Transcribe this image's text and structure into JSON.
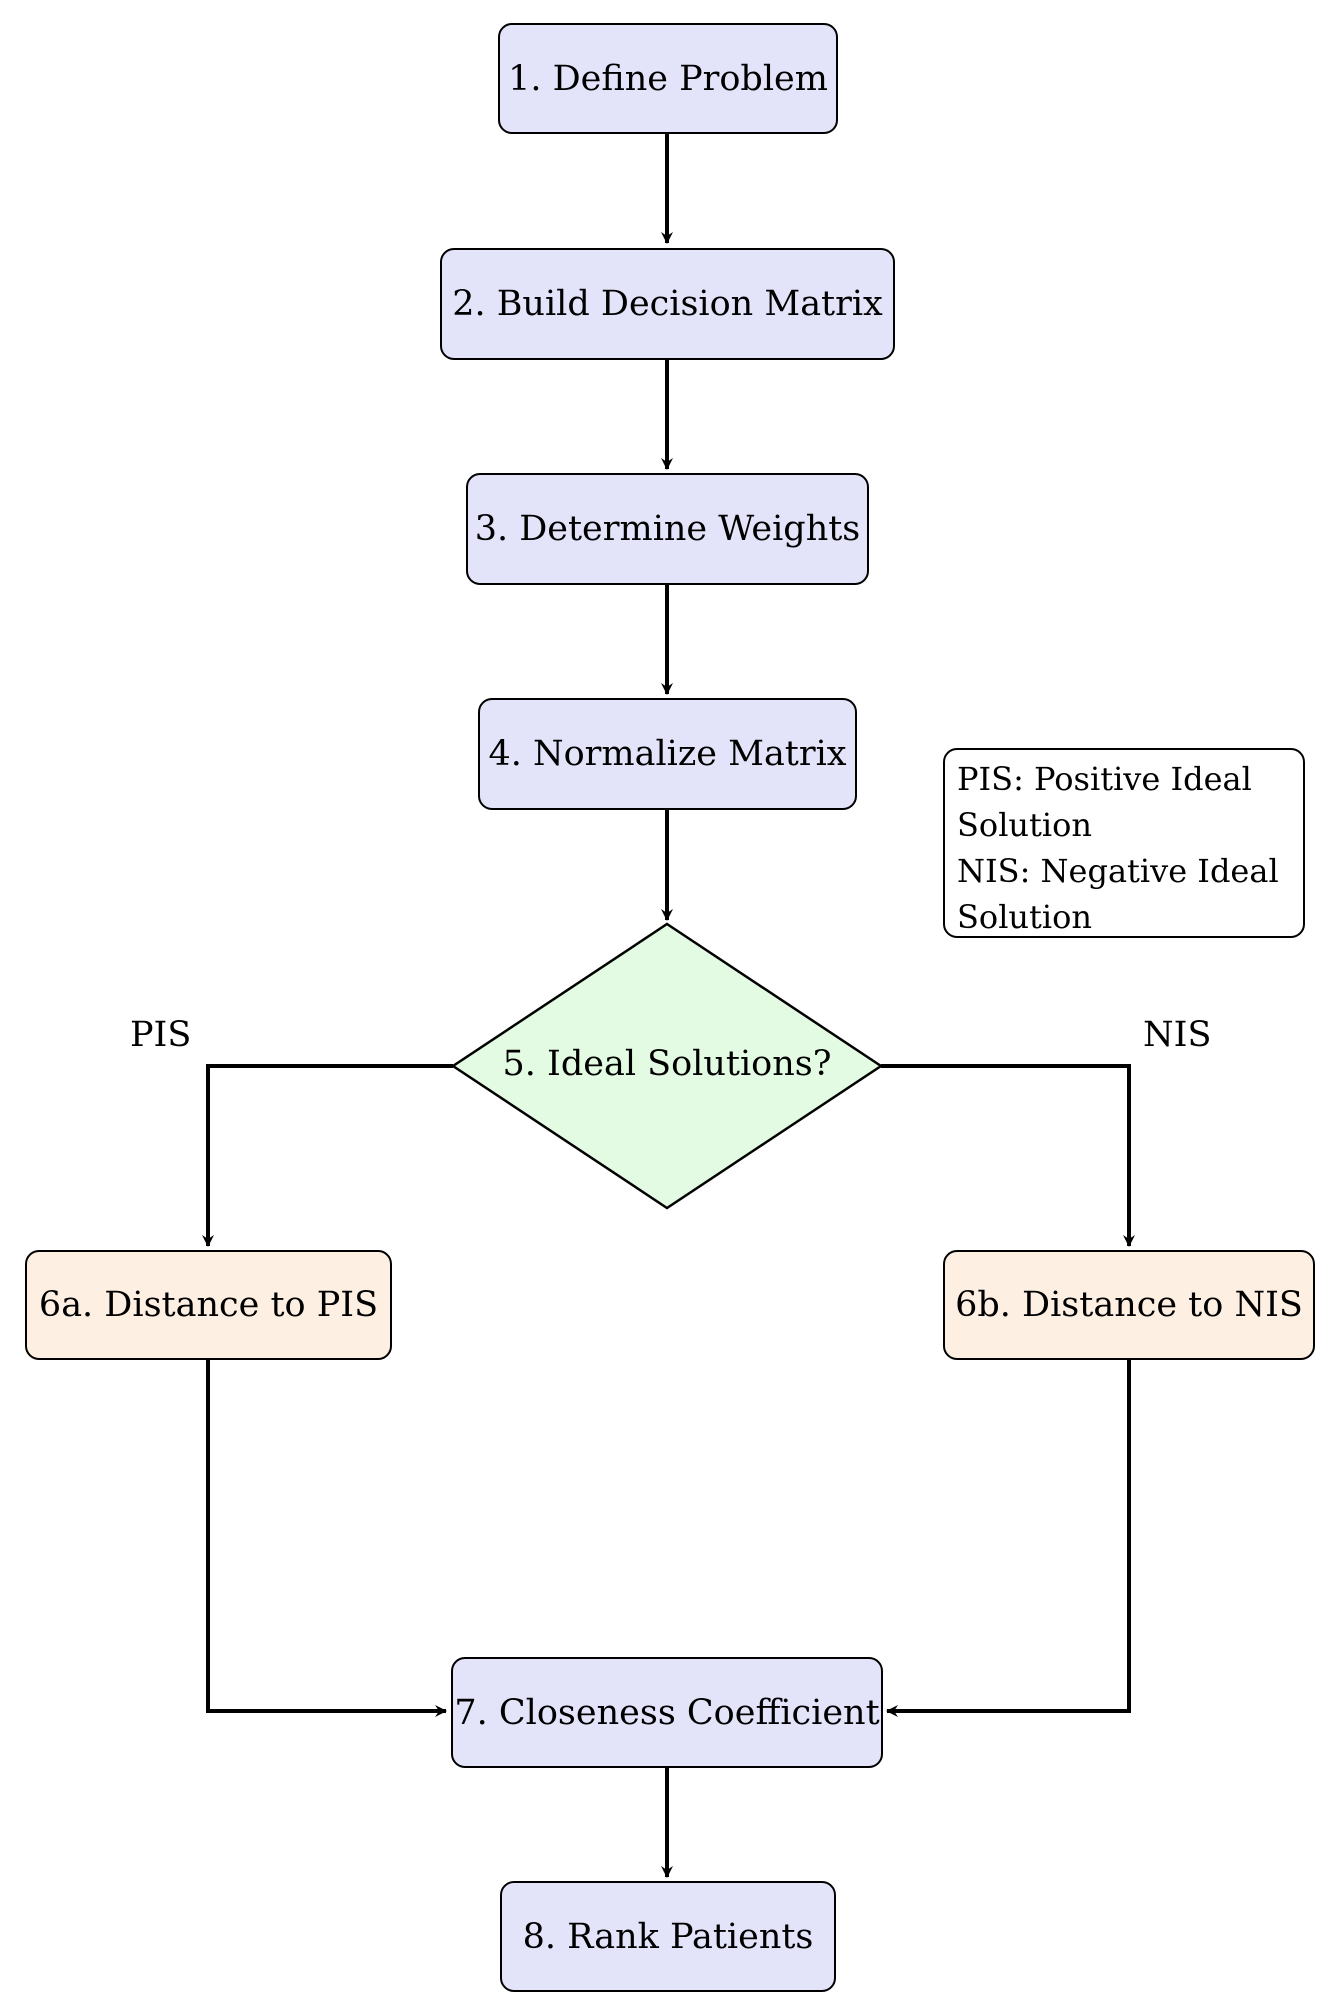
{
  "steps": {
    "s1": "1. Define Problem",
    "s2": "2. Build Decision Matrix",
    "s3": "3. Determine Weights",
    "s4": "4. Normalize Matrix",
    "s5": "5. Ideal Solutions?",
    "s6a": "6a. Distance to PIS",
    "s6b": "6b. Distance to NIS",
    "s7": "7. Closeness Coefficient",
    "s8": "8. Rank Patients"
  },
  "branches": {
    "left": "PIS",
    "right": "NIS"
  },
  "legend": {
    "line1": "PIS: Positive Ideal",
    "line2": "Solution",
    "line3": "NIS: Negative Ideal",
    "line4": "Solution"
  },
  "colors": {
    "process": "#e3e3fa",
    "decision": "#e2fbe2",
    "distance": "#fdf0e2"
  }
}
